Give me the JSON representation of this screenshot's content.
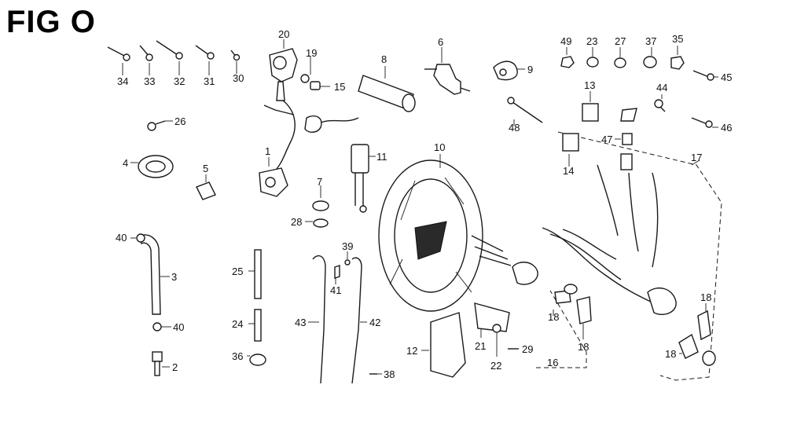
{
  "title": "FIG O",
  "callouts": {
    "c1": "1",
    "c2": "2",
    "c3": "3",
    "c4": "4",
    "c5": "5",
    "c6": "6",
    "c7": "7",
    "c8": "8",
    "c9": "9",
    "c10": "10",
    "c11": "11",
    "c12": "12",
    "c13": "13",
    "c14": "14",
    "c15": "15",
    "c16": "16",
    "c17": "17",
    "c18a": "18",
    "c18b": "18",
    "c18c": "18",
    "c18d": "18",
    "c19": "19",
    "c20": "20",
    "c21": "21",
    "c22": "22",
    "c23": "23",
    "c24": "24",
    "c25": "25",
    "c26": "26",
    "c27": "27",
    "c28": "28",
    "c29": "29",
    "c30": "30",
    "c31": "31",
    "c32": "32",
    "c33": "33",
    "c34": "34",
    "c35": "35",
    "c36": "36",
    "c37": "37",
    "c38": "38",
    "c39": "39",
    "c40a": "40",
    "c40b": "40",
    "c41": "41",
    "c42": "42",
    "c43": "43",
    "c44": "44",
    "c45": "45",
    "c46": "46",
    "c47": "47",
    "c48": "48",
    "c49": "49"
  }
}
